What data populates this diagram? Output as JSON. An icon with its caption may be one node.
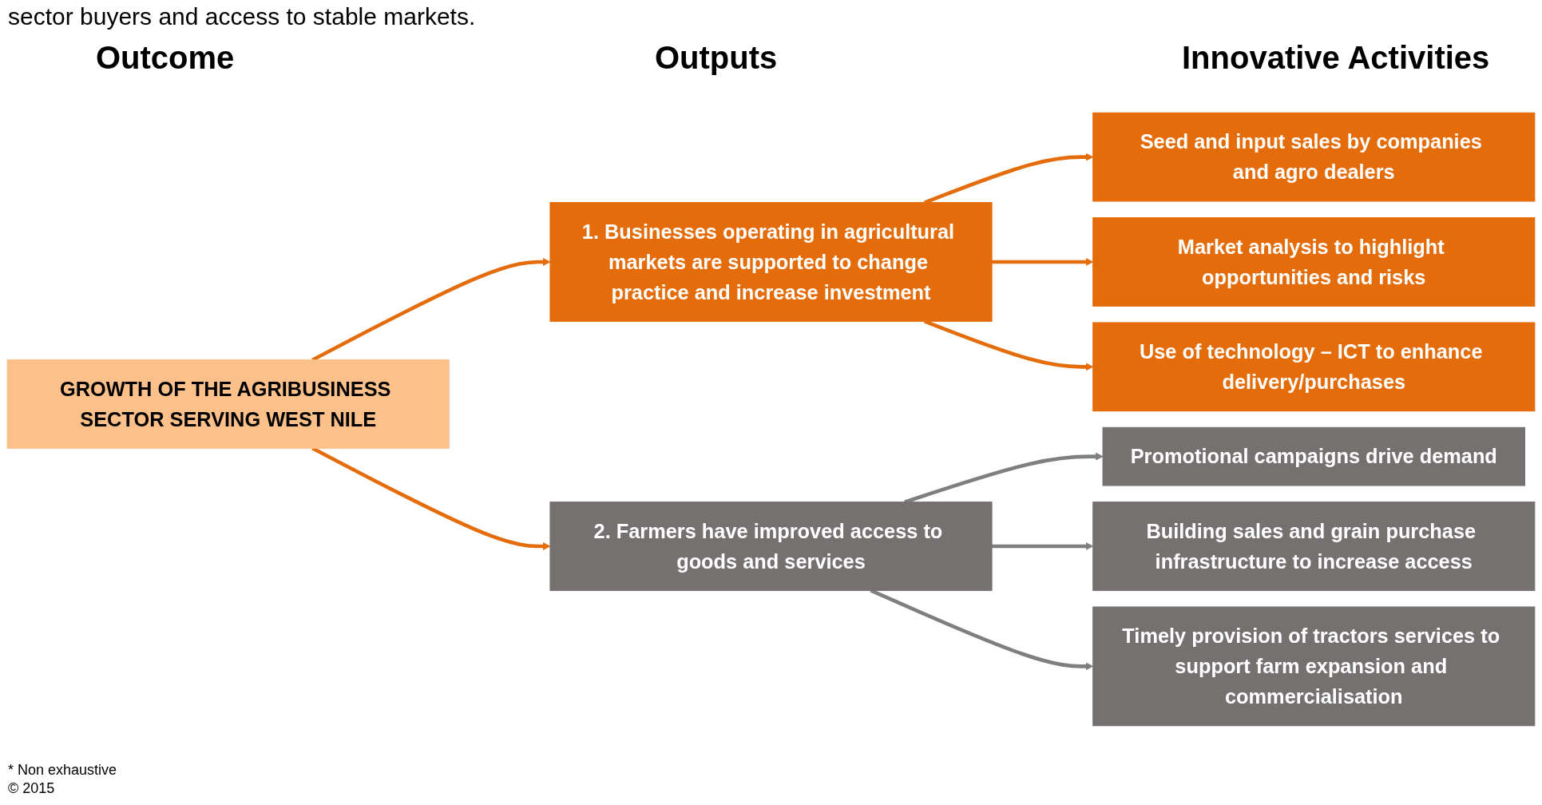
{
  "diagram": {
    "nodes": [
      {
        "text": [
          "GROWTH OF THE AGRIBUSINESS SECTOR SERVING WEST NILE"
        ]
      },
      {
        "text": [
          "1. Businesses operating in agricultural markets are supported to change practice and increase investment"
        ]
      },
      {
        "text": [
          "2. Farmers have improved access to goods and services"
        ]
      },
      {
        "text": [
          "Seed and input sales by companies and agro dealers"
        ]
      },
      {
        "text": [
          "Market analysis to highlight opportunities and risks"
        ]
      },
      {
        "text": [
          "Use of technology – ICT to enhance delivery/purchases"
        ]
      },
      {
        "text": [
          "Promotional campaigns drive demand"
        ]
      },
      {
        "text": [
          "Building sales and grain purchase infrastructure to increase access"
        ]
      },
      {
        "text": [
          "Timely provision of tractors services to support farm expansion and commercialisation"
        ]
      }
    ],
    "edges": [
      {
        "from": 0,
        "to": 1,
        "arrow": "to"
      },
      {
        "from": 0,
        "to": 2,
        "arrow": "to"
      },
      {
        "from": 1,
        "to": 3,
        "arrow": "to"
      },
      {
        "from": 1,
        "to": 4,
        "arrow": "to"
      },
      {
        "from": 1,
        "to": 5,
        "arrow": "to"
      },
      {
        "from": 2,
        "to": 6,
        "arrow": "to",
        "color": "#7f7f7f"
      },
      {
        "from": 2,
        "to": 7,
        "arrow": "to",
        "color": "#7f7f7f"
      },
      {
        "from": 2,
        "to": 8,
        "arrow": "to",
        "color": "#7f7f7f"
      }
    ],
    "labels": [
      "sector buyers and access to stable markets.",
      "Outcome",
      "Outputs",
      "Innovative Activities",
      "* Non exhaustive",
      "© 2015"
    ]
  }
}
